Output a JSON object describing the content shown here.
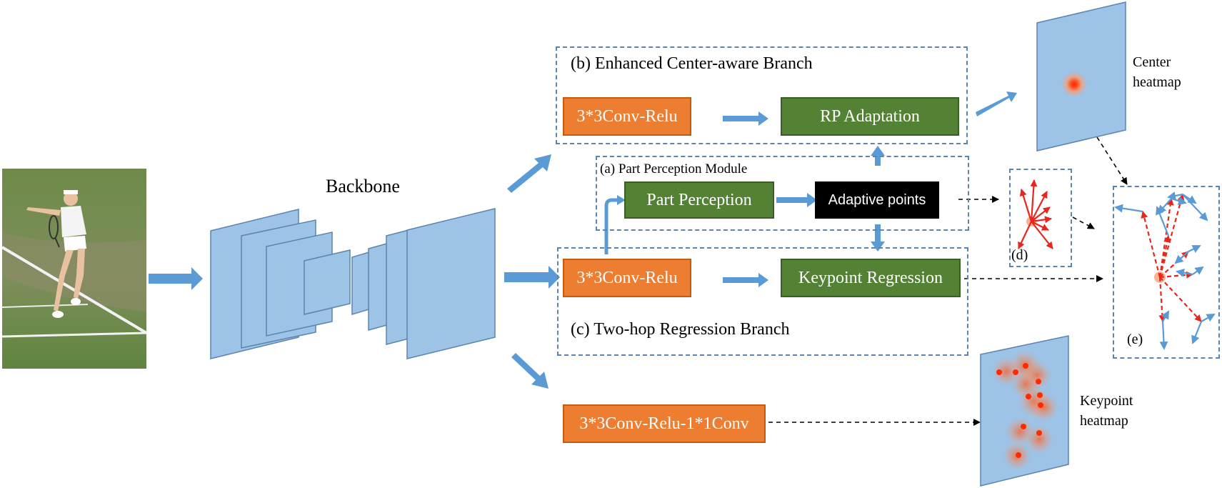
{
  "backbone": {
    "label": "Backbone"
  },
  "branches": {
    "center": {
      "title": "(b) Enhanced Center-aware Branch",
      "conv_label": "3*3Conv-Relu",
      "adapt_label": "RP Adaptation"
    },
    "part_perception": {
      "title": "(a) Part Perception Module",
      "block_label": "Part Perception",
      "points_label": "Adaptive points"
    },
    "regression": {
      "title": "(c) Two-hop Regression Branch",
      "conv_label": "3*3Conv-Relu",
      "block_label": "Keypoint Regression"
    },
    "keypoint": {
      "conv_label": "3*3Conv-Relu-1*1Conv"
    }
  },
  "outputs": {
    "center_heatmap": {
      "line1": "Center",
      "line2": "heatmap"
    },
    "keypoint_heatmap": {
      "line1": "Keypoint",
      "line2": "heatmap"
    },
    "panel_d": "(d)",
    "panel_e": "(e)"
  },
  "colors": {
    "block_blue": "#9dc3e6",
    "block_blue_border": "#5b84b1",
    "arrow_blue": "#5b9bd5",
    "orange": "#ed7d31",
    "green": "#548235",
    "red": "#e8261d"
  }
}
